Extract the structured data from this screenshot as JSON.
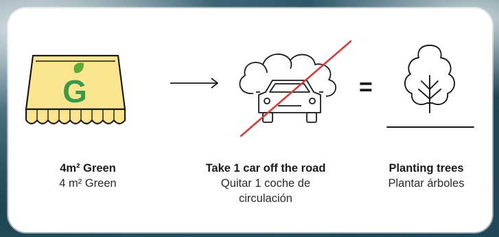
{
  "colors": {
    "awning_yellow": "#fbe68f",
    "awning_stroke": "#1a1a1a",
    "brand_green": "#3a9a48",
    "leaf_green": "#5aab3a",
    "cross_red": "#d83a3a",
    "card_bg": "#ffffff"
  },
  "awning": {
    "logo_letter": "G",
    "icon": "awning-icon"
  },
  "operators": {
    "arrow": "arrow-right-icon",
    "equals": "="
  },
  "items": [
    {
      "title": "4m² Green",
      "subtitle": "4 m² Green",
      "icon": "awning-icon"
    },
    {
      "title": "Take 1 car off the road",
      "subtitle": "Quitar 1 coche de circulación",
      "icon": "crossed-out-car-icon"
    },
    {
      "title": "Planting trees",
      "subtitle": "Plantar árboles",
      "icon": "tree-icon"
    }
  ]
}
